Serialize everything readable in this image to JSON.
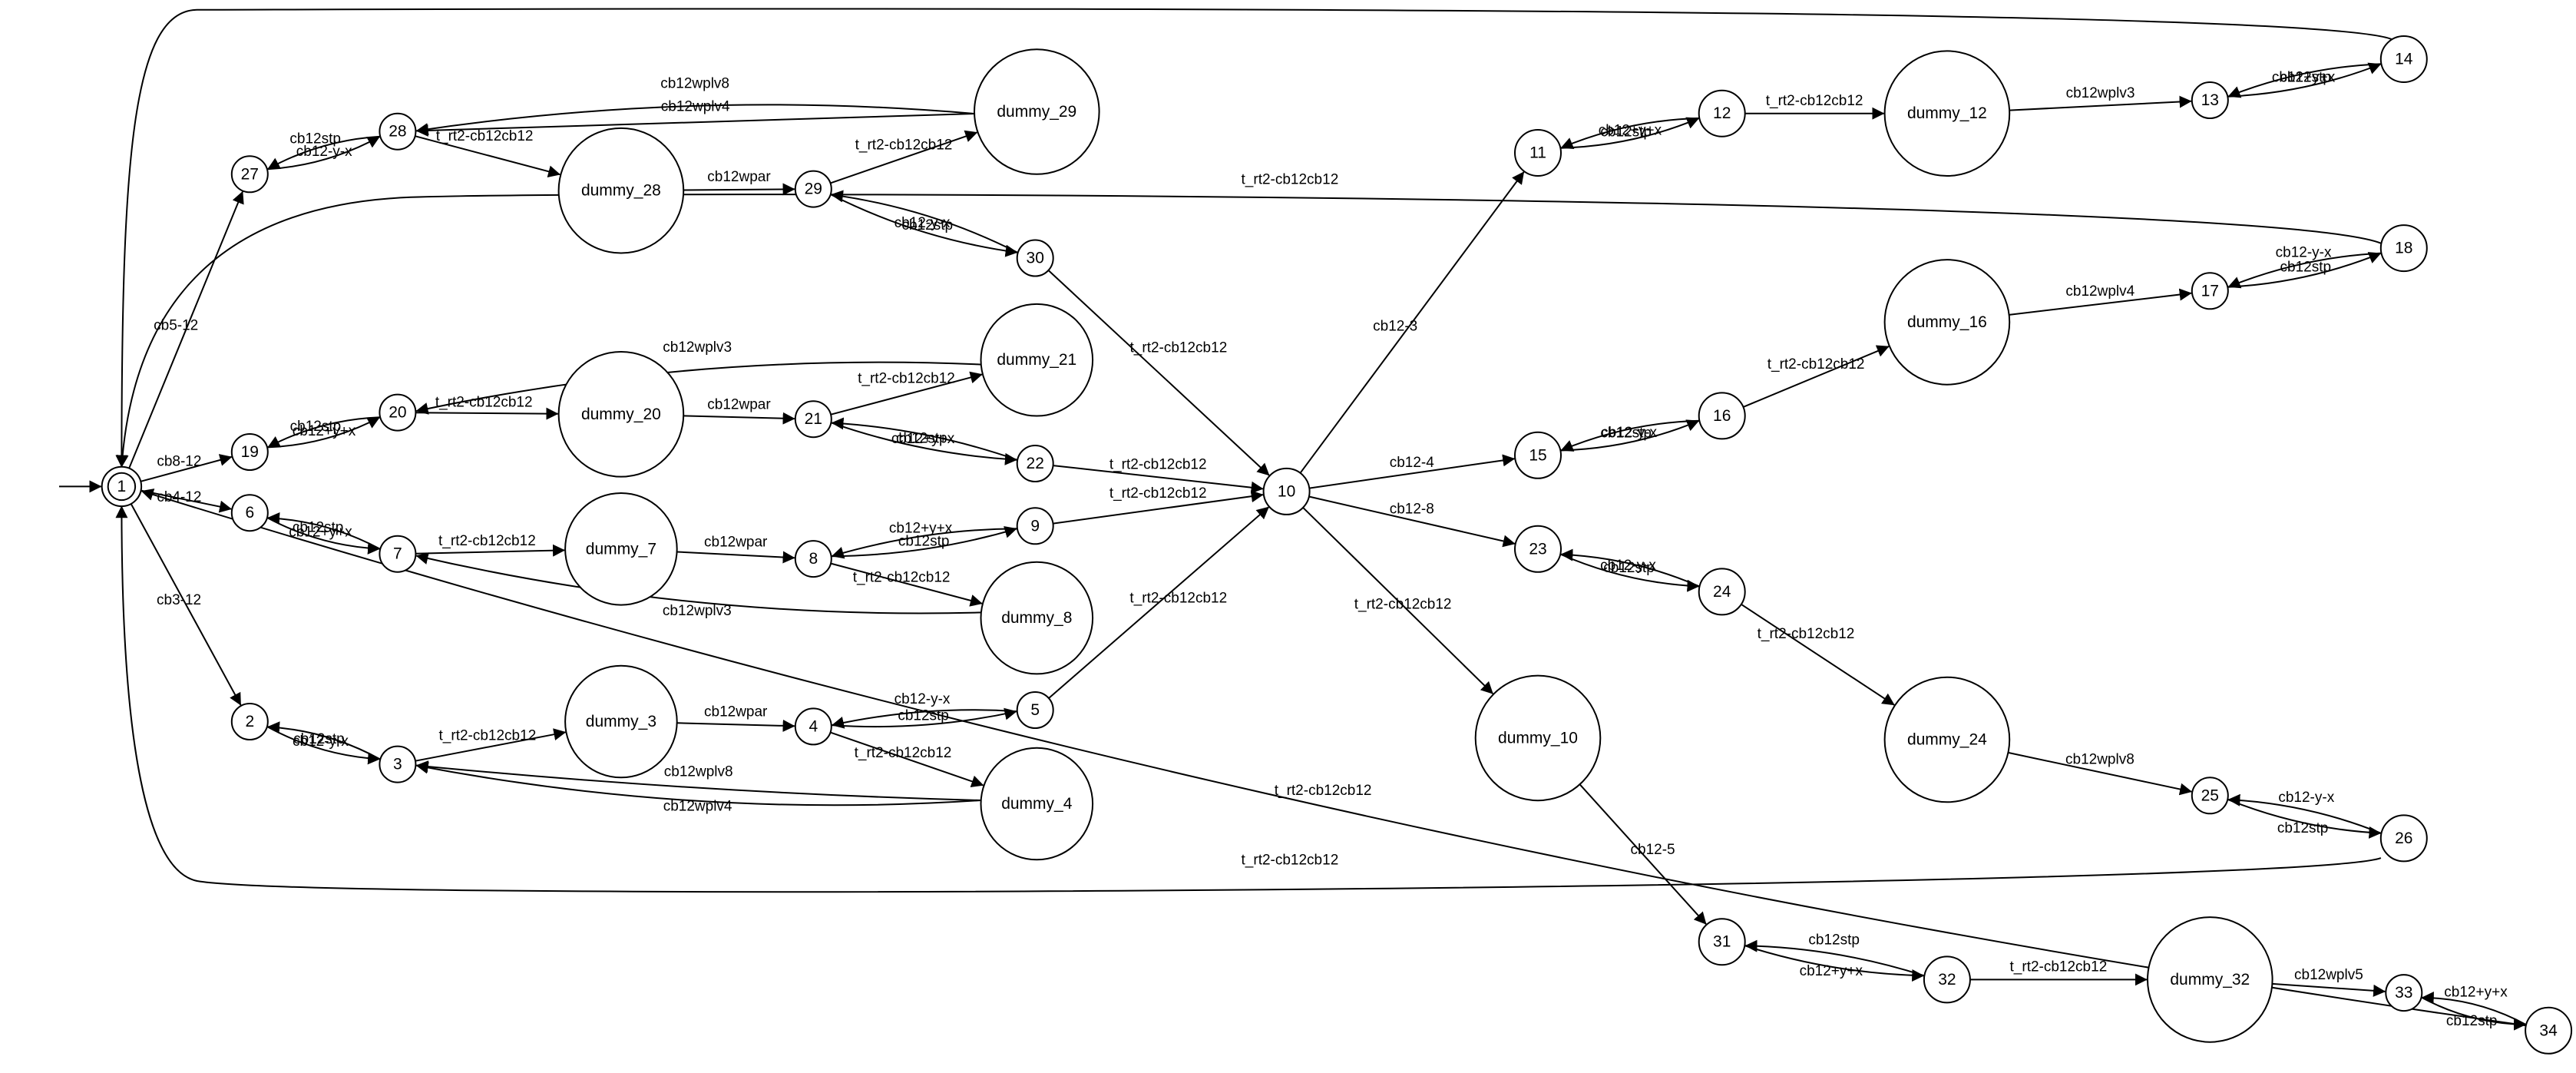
{
  "colors": {
    "stroke": "#000000",
    "background": "#ffffff"
  },
  "nodes": [
    {
      "id": "1",
      "label": "1",
      "accepting": true
    },
    {
      "id": "2",
      "label": "2"
    },
    {
      "id": "3",
      "label": "3"
    },
    {
      "id": "4",
      "label": "4"
    },
    {
      "id": "5",
      "label": "5"
    },
    {
      "id": "6",
      "label": "6"
    },
    {
      "id": "7",
      "label": "7"
    },
    {
      "id": "8",
      "label": "8"
    },
    {
      "id": "9",
      "label": "9"
    },
    {
      "id": "10",
      "label": "10"
    },
    {
      "id": "11",
      "label": "11"
    },
    {
      "id": "12",
      "label": "12"
    },
    {
      "id": "13",
      "label": "13"
    },
    {
      "id": "14",
      "label": "14"
    },
    {
      "id": "15",
      "label": "15"
    },
    {
      "id": "16",
      "label": "16"
    },
    {
      "id": "17",
      "label": "17"
    },
    {
      "id": "18",
      "label": "18"
    },
    {
      "id": "19",
      "label": "19"
    },
    {
      "id": "20",
      "label": "20"
    },
    {
      "id": "21",
      "label": "21"
    },
    {
      "id": "22",
      "label": "22"
    },
    {
      "id": "23",
      "label": "23"
    },
    {
      "id": "24",
      "label": "24"
    },
    {
      "id": "25",
      "label": "25"
    },
    {
      "id": "26",
      "label": "26"
    },
    {
      "id": "27",
      "label": "27"
    },
    {
      "id": "28",
      "label": "28"
    },
    {
      "id": "29",
      "label": "29"
    },
    {
      "id": "30",
      "label": "30"
    },
    {
      "id": "31",
      "label": "31"
    },
    {
      "id": "32",
      "label": "32"
    },
    {
      "id": "33",
      "label": "33"
    },
    {
      "id": "34",
      "label": "34"
    },
    {
      "id": "dummy_3",
      "label": "dummy_3"
    },
    {
      "id": "dummy_4",
      "label": "dummy_4"
    },
    {
      "id": "dummy_7",
      "label": "dummy_7"
    },
    {
      "id": "dummy_8",
      "label": "dummy_8"
    },
    {
      "id": "dummy_10",
      "label": "dummy_10"
    },
    {
      "id": "dummy_12",
      "label": "dummy_12"
    },
    {
      "id": "dummy_16",
      "label": "dummy_16"
    },
    {
      "id": "dummy_20",
      "label": "dummy_20"
    },
    {
      "id": "dummy_21",
      "label": "dummy_21"
    },
    {
      "id": "dummy_24",
      "label": "dummy_24"
    },
    {
      "id": "dummy_28",
      "label": "dummy_28"
    },
    {
      "id": "dummy_29",
      "label": "dummy_29"
    },
    {
      "id": "dummy_32",
      "label": "dummy_32"
    }
  ],
  "edges": [
    {
      "from": "start",
      "to": "1",
      "label": ""
    },
    {
      "from": "1",
      "to": "27",
      "label": "cb5-12"
    },
    {
      "from": "27",
      "to": "28",
      "label": "cb12-y-x"
    },
    {
      "from": "28",
      "to": "27",
      "label": "cb12stp"
    },
    {
      "from": "28",
      "to": "dummy_28",
      "label": "t_rt2-cb12cb12"
    },
    {
      "from": "dummy_28",
      "to": "29",
      "label": "cb12wpar"
    },
    {
      "from": "29",
      "to": "dummy_29",
      "label": "t_rt2-cb12cb12"
    },
    {
      "from": "dummy_29",
      "to": "28",
      "label": "cb12wplv8"
    },
    {
      "from": "dummy_29",
      "to": "28",
      "label": "cb12wplv4"
    },
    {
      "from": "29",
      "to": "30",
      "label": "cb12stp"
    },
    {
      "from": "30",
      "to": "29",
      "label": "cb12-y-x"
    },
    {
      "from": "30",
      "to": "10",
      "label": "t_rt2-cb12cb12"
    },
    {
      "from": "1",
      "to": "19",
      "label": "cb8-12"
    },
    {
      "from": "19",
      "to": "20",
      "label": "cb12+y+x"
    },
    {
      "from": "20",
      "to": "19",
      "label": "cb12stp"
    },
    {
      "from": "20",
      "to": "dummy_20",
      "label": "t_rt2-cb12cb12"
    },
    {
      "from": "dummy_20",
      "to": "21",
      "label": "cb12wpar"
    },
    {
      "from": "21",
      "to": "dummy_21",
      "label": "t_rt2-cb12cb12"
    },
    {
      "from": "dummy_21",
      "to": "20",
      "label": "cb12wplv3"
    },
    {
      "from": "21",
      "to": "22",
      "label": "cb12stp"
    },
    {
      "from": "22",
      "to": "21",
      "label": "cb12+y+x"
    },
    {
      "from": "22",
      "to": "10",
      "label": "t_rt2-cb12cb12"
    },
    {
      "from": "1",
      "to": "6",
      "label": "cb4-12"
    },
    {
      "from": "6",
      "to": "7",
      "label": "cb12+y+x"
    },
    {
      "from": "7",
      "to": "6",
      "label": "cb12stp"
    },
    {
      "from": "7",
      "to": "dummy_7",
      "label": "t_rt2-cb12cb12"
    },
    {
      "from": "dummy_7",
      "to": "8",
      "label": "cb12wpar"
    },
    {
      "from": "8",
      "to": "9",
      "label": "cb12stp"
    },
    {
      "from": "9",
      "to": "8",
      "label": "cb12+y+x"
    },
    {
      "from": "8",
      "to": "dummy_8",
      "label": "t_rt2-cb12cb12"
    },
    {
      "from": "dummy_8",
      "to": "7",
      "label": "cb12wplv3"
    },
    {
      "from": "9",
      "to": "10",
      "label": "t_rt2-cb12cb12"
    },
    {
      "from": "1",
      "to": "2",
      "label": "cb3-12"
    },
    {
      "from": "2",
      "to": "3",
      "label": "cb12-y-x"
    },
    {
      "from": "3",
      "to": "2",
      "label": "cb12stp"
    },
    {
      "from": "3",
      "to": "dummy_3",
      "label": "t_rt2-cb12cb12"
    },
    {
      "from": "dummy_3",
      "to": "4",
      "label": "cb12wpar"
    },
    {
      "from": "4",
      "to": "5",
      "label": "cb12stp"
    },
    {
      "from": "5",
      "to": "4",
      "label": "cb12-y-x"
    },
    {
      "from": "4",
      "to": "dummy_4",
      "label": "t_rt2-cb12cb12"
    },
    {
      "from": "dummy_4",
      "to": "3",
      "label": "cb12wplv8"
    },
    {
      "from": "dummy_4",
      "to": "3",
      "label": "cb12wplv4"
    },
    {
      "from": "5",
      "to": "10",
      "label": "t_rt2-cb12cb12"
    },
    {
      "from": "10",
      "to": "11",
      "label": "cb12-3"
    },
    {
      "from": "11",
      "to": "12",
      "label": "cb12+y+x"
    },
    {
      "from": "12",
      "to": "11",
      "label": "cb12stp"
    },
    {
      "from": "12",
      "to": "dummy_12",
      "label": "t_rt2-cb12cb12"
    },
    {
      "from": "dummy_12",
      "to": "13",
      "label": "cb12wplv3"
    },
    {
      "from": "13",
      "to": "14",
      "label": "cb12stp"
    },
    {
      "from": "14",
      "to": "13",
      "label": "cb12+y+x"
    },
    {
      "from": "14",
      "to": "1",
      "label": "t_rt2-cb12cb12"
    },
    {
      "from": "10",
      "to": "15",
      "label": "cb12-4"
    },
    {
      "from": "15",
      "to": "16",
      "label": "cb12-y-x"
    },
    {
      "from": "16",
      "to": "15",
      "label": "cb12stp"
    },
    {
      "from": "16",
      "to": "dummy_16",
      "label": "t_rt2-cb12cb12"
    },
    {
      "from": "dummy_16",
      "to": "17",
      "label": "cb12wplv4"
    },
    {
      "from": "17",
      "to": "18",
      "label": "cb12stp"
    },
    {
      "from": "18",
      "to": "17",
      "label": "cb12-y-x"
    },
    {
      "from": "18",
      "to": "1",
      "label": "t_rt2-cb12cb12"
    },
    {
      "from": "10",
      "to": "23",
      "label": "cb12-8"
    },
    {
      "from": "23",
      "to": "24",
      "label": "cb12-y-x"
    },
    {
      "from": "24",
      "to": "23",
      "label": "cb12stp"
    },
    {
      "from": "24",
      "to": "dummy_24",
      "label": "t_rt2-cb12cb12"
    },
    {
      "from": "dummy_24",
      "to": "25",
      "label": "cb12wplv8"
    },
    {
      "from": "25",
      "to": "26",
      "label": "cb12stp"
    },
    {
      "from": "26",
      "to": "25",
      "label": "cb12-y-x"
    },
    {
      "from": "26",
      "to": "1",
      "label": "t_rt2-cb12cb12"
    },
    {
      "from": "10",
      "to": "dummy_10",
      "label": "t_rt2-cb12cb12"
    },
    {
      "from": "dummy_10",
      "to": "31",
      "label": "cb12-5"
    },
    {
      "from": "31",
      "to": "32",
      "label": "cb12+y+x"
    },
    {
      "from": "32",
      "to": "31",
      "label": "cb12stp"
    },
    {
      "from": "32",
      "to": "dummy_32",
      "label": "t_rt2-cb12cb12"
    },
    {
      "from": "dummy_32",
      "to": "33",
      "label": "cb12wplv5"
    },
    {
      "from": "33",
      "to": "34",
      "label": "cb12stp"
    },
    {
      "from": "34",
      "to": "33",
      "label": "cb12+y+x"
    },
    {
      "from": "34",
      "to": "1",
      "label": "t_rt2-cb12cb12"
    }
  ]
}
